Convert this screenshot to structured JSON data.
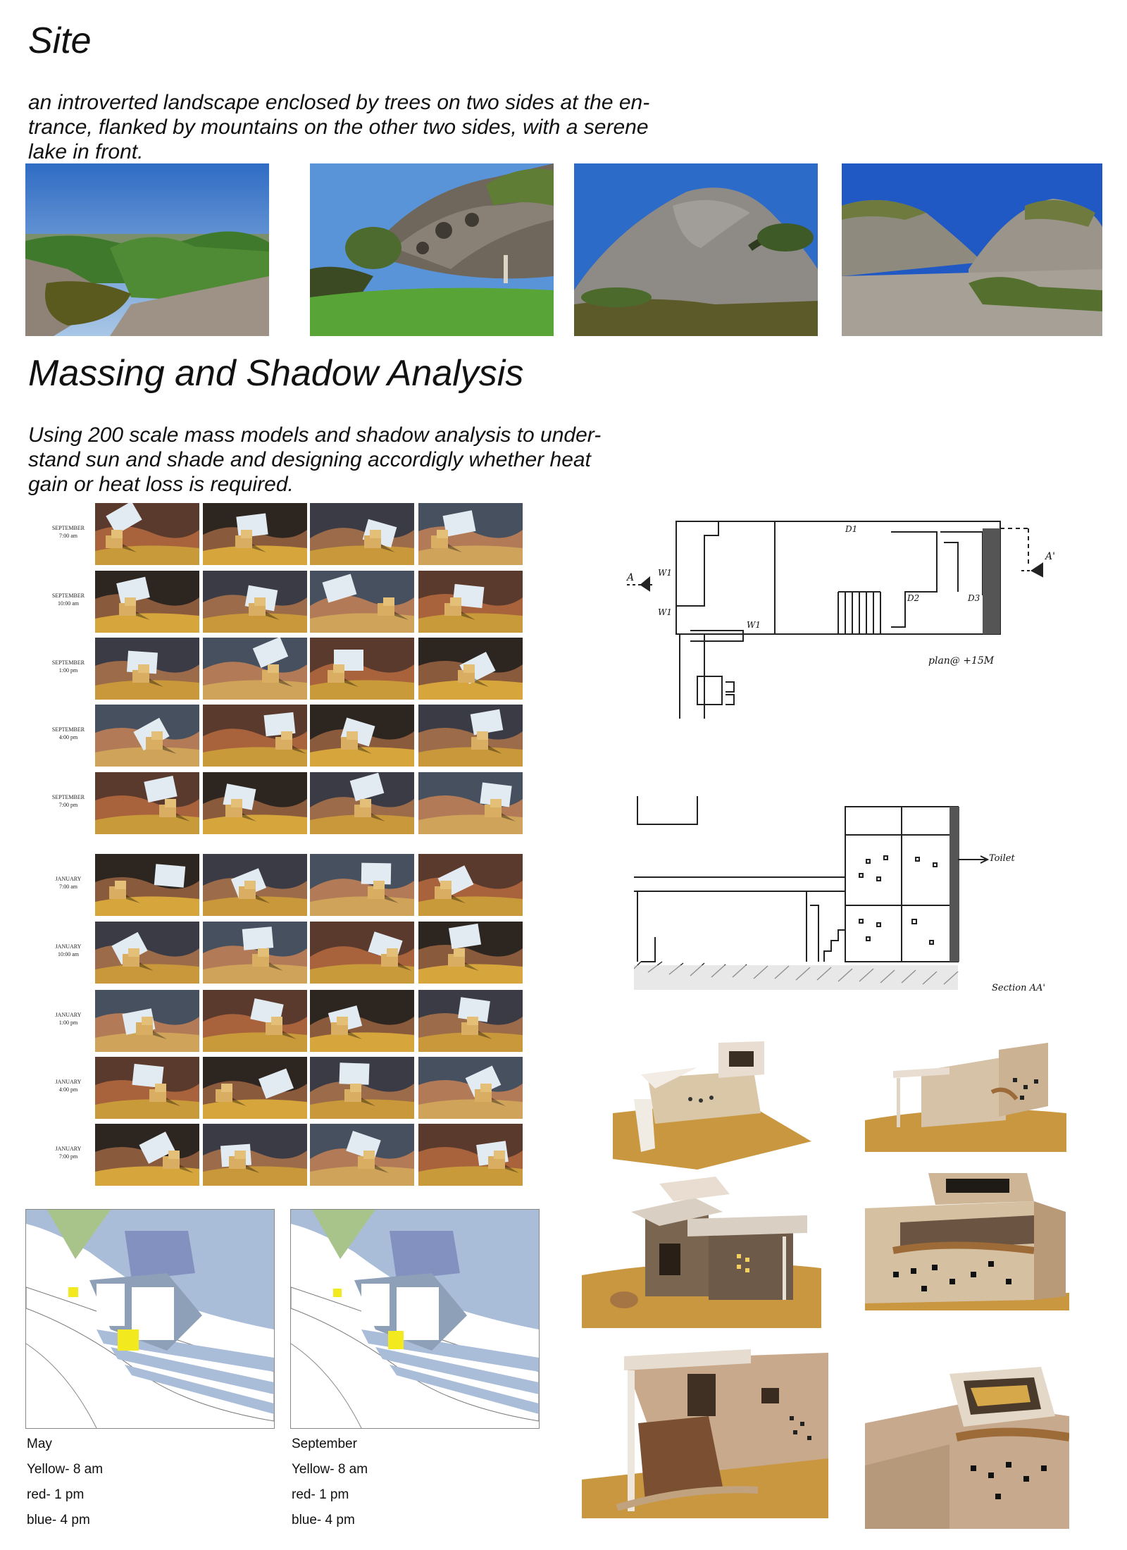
{
  "site": {
    "title": "Site",
    "text_lines": [
      "an introverted landscape enclosed by trees on two sides at the en-",
      "trance, flanked by mountains on the other two sides, with a serene",
      "lake in front."
    ],
    "photos": [
      "lake-valley-photo",
      "rock-overhang-photo",
      "granite-dome-photo",
      "twin-hills-photo"
    ]
  },
  "massing": {
    "title": "Massing and Shadow Analysis",
    "text_lines": [
      "Using 200 scale mass models and shadow analysis to under-",
      "stand sun and shade and designing accordigly whether heat",
      "gain or heat loss is required."
    ]
  },
  "shadow_rows": [
    {
      "month": "SEPTEMBER",
      "time": "7:00 am"
    },
    {
      "month": "SEPTEMBER",
      "time": "10:00 am"
    },
    {
      "month": "SEPTEMBER",
      "time": "1:00 pm"
    },
    {
      "month": "SEPTEMBER",
      "time": "4:00 pm"
    },
    {
      "month": "SEPTEMBER",
      "time": "7:00 pm"
    },
    {
      "month": "JANUARY",
      "time": "7:00 am"
    },
    {
      "month": "JANUARY",
      "time": "10:00 am"
    },
    {
      "month": "JANUARY",
      "time": "1:00 pm"
    },
    {
      "month": "JANUARY",
      "time": "4:00 pm"
    },
    {
      "month": "JANUARY",
      "time": "7:00 pm"
    }
  ],
  "sun_maps": [
    {
      "month": "May",
      "lines": [
        "Yellow- 8 am",
        "red- 1 pm",
        "blue- 4 pm"
      ]
    },
    {
      "month": "September",
      "lines": [
        "Yellow- 8 am",
        "red- 1 pm",
        "blue- 4 pm"
      ]
    }
  ],
  "plan_sketch": {
    "note": "plan@ +15M",
    "labels": {
      "a_left": "A",
      "a_right": "A'",
      "w1a": "W1",
      "w1b": "W1",
      "w1c": "W1",
      "d1": "D1",
      "d2": "D2",
      "d3": "D3"
    }
  },
  "section_sketch": {
    "toilet": "Toilet",
    "label": "Section AA'"
  },
  "colors": {
    "sky": "#3a78c9",
    "rock": "#9a8f84",
    "cardboard": "#c89a52",
    "clay": "#a86440",
    "map_blue": "#a8bdd8",
    "map_green": "#a9c48c",
    "sun_yellow": "#f2ea1e"
  }
}
